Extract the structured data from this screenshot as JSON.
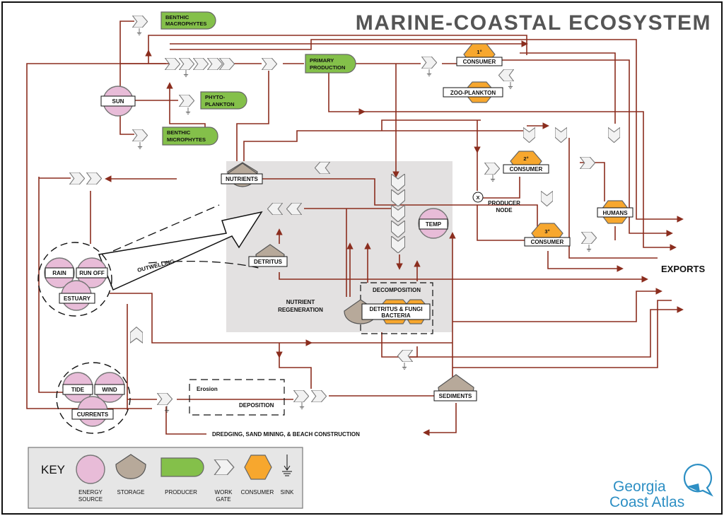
{
  "title": "MARINE-COASTAL ECOSYSTEM",
  "labels": {
    "benthic_macrophytes": [
      "BENTHIC",
      "MACROPHYTES"
    ],
    "sun": "SUN",
    "phytoplankton": [
      "PHYTO-",
      "PLANKTON"
    ],
    "benthic_microphytes": [
      "BENTHIC",
      "MICROPHYTES"
    ],
    "primary_production": [
      "PRIMARY",
      "PRODUCTION"
    ],
    "consumer1_rank": "1°",
    "consumer1": "CONSUMER",
    "zooplankton": "ZOO-PLANKTON",
    "consumer2_rank": "2°",
    "consumer2": "CONSUMER",
    "consumer3_rank": "3°",
    "consumer3": "CONSUMER",
    "producer_node_mark": "X",
    "producer_node": [
      "PRODUCER",
      "NODE"
    ],
    "humans": "HUMANS",
    "exports": "EXPORTS",
    "nutrients": "NUTRIENTS",
    "temp": "TEMP",
    "detritus": "DETRITUS",
    "nutrient_regeneration": [
      "NUTRIENT",
      "REGENERATION"
    ],
    "decomposition": "DECOMPOSITION",
    "detritus_fungi_bacteria": [
      "DETRITUS & FUNGI",
      "BACTERIA"
    ],
    "rain": "RAIN",
    "run_off": "RUN OFF",
    "estuary": "ESTUARY",
    "outwelling": "OUTWELLING",
    "tide": "TIDE",
    "wind": "WIND",
    "currents": "CURRENTS",
    "erosion": "Erosion",
    "deposition": "DEPOSITION",
    "sediments": "SEDIMENTS",
    "dredging": "DREDGING, SAND MINING, & BEACH CONSTRUCTION"
  },
  "key": {
    "heading": "KEY",
    "energy_source": [
      "ENERGY",
      "SOURCE"
    ],
    "storage": "STORAGE",
    "producer": "PRODUCER",
    "work_gate": [
      "WORK",
      "GATE"
    ],
    "consumer": "CONSUMER",
    "sink": "SINK"
  },
  "logo": {
    "line1": "Georgia",
    "line2": "Coast Atlas"
  },
  "colors": {
    "flow": "#8b2d1e",
    "energy_source": "#e8bcd8",
    "storage": "#b7a99a",
    "producer": "#84c04a",
    "consumer": "#f7a72e",
    "work_gate": "#f2f2f2",
    "regeneration_panel": "#e3e1e1",
    "logo": "#2d8fc4"
  }
}
